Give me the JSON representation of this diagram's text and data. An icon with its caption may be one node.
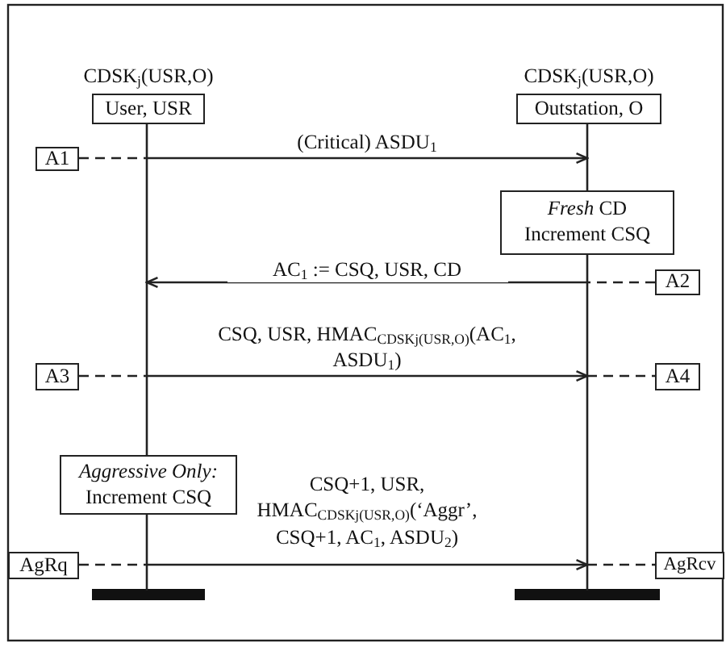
{
  "diagram": {
    "nodes": [
      {
        "text": [
          "User, USR"
        ],
        "beside": [
          "CDSK$_{j}$(USR,O)"
        ]
      },
      {
        "text": [
          "Outstation, O"
        ],
        "beside": [
          "CDSK$_{j}$(USR,O)"
        ]
      },
      {
        "text": [
          "A1"
        ]
      },
      {
        "text": [
          "*Fresh* CD",
          "Increment CSQ"
        ]
      },
      {
        "text": [
          "A2"
        ]
      },
      {
        "text": [
          "A3"
        ]
      },
      {
        "text": [
          "A4"
        ]
      },
      {
        "text": [
          "Aggressive Only:",
          "Increment CSQ"
        ]
      },
      {
        "text": [
          "AgRq"
        ]
      },
      {
        "text": [
          "AgRcv"
        ]
      },
      {
        "text": [],
        "shape": "line"
      },
      {
        "text": [],
        "shape": "line"
      },
      {
        "text": [],
        "shape": "line"
      },
      {
        "text": [],
        "shape": "line"
      }
    ],
    "edges": [
      {
        "from": 2,
        "to": 10,
        "arrow": "none",
        "style": "dashed"
      },
      {
        "from": 10,
        "to": 11,
        "arrow": "to",
        "label": "(Critical) ASDU$_{1}$"
      },
      {
        "from": 4,
        "to": 13,
        "arrow": "none",
        "style": "dashed"
      },
      {
        "from": 13,
        "to": 10,
        "arrow": "to",
        "label": "AC$_{1}$ := CSQ, USR, CD"
      },
      {
        "from": 5,
        "to": 10,
        "arrow": "none",
        "style": "dashed"
      },
      {
        "from": 10,
        "to": 13,
        "arrow": "to",
        "label": "CSQ, USR, HMAC$_{CDSKj(USR,O)}$(AC$_{1}$, ASDU$_{1}$)"
      },
      {
        "from": 13,
        "to": 6,
        "arrow": "none",
        "style": "dashed"
      },
      {
        "from": 8,
        "to": 12,
        "arrow": "none",
        "style": "dashed"
      },
      {
        "from": 12,
        "to": 13,
        "arrow": "to",
        "label": "CSQ+1, USR, HMAC$_{CDSKj(USR,O)}$(‘Aggr’, CSQ+1, AC$_{1}$, ASDU$_{2}$)"
      },
      {
        "from": 13,
        "to": 9,
        "arrow": "none",
        "style": "dashed"
      }
    ]
  }
}
